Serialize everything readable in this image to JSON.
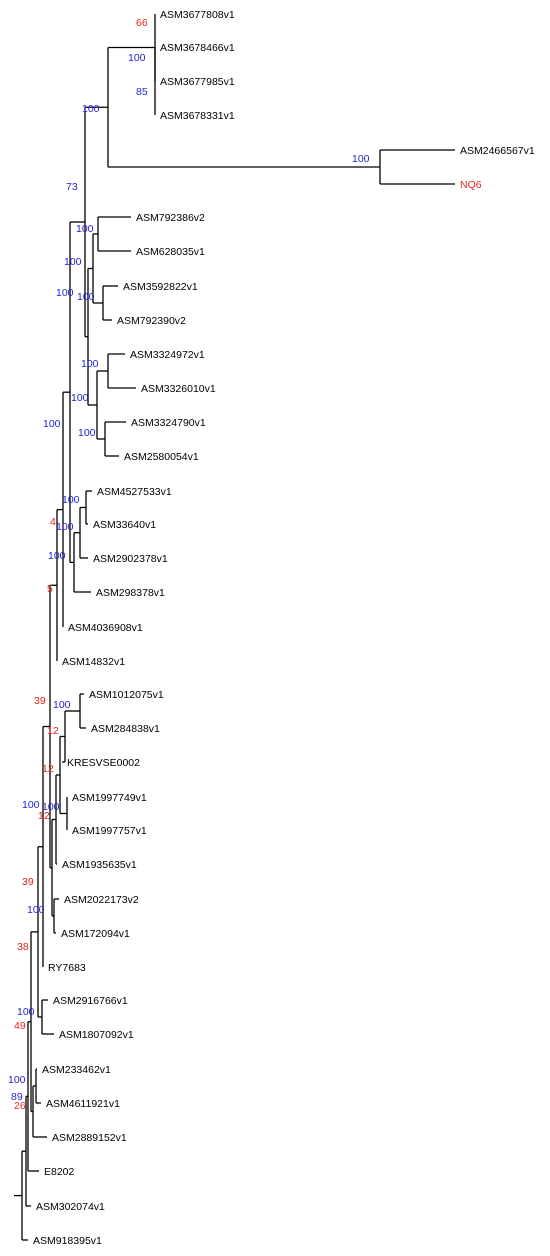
{
  "tree": {
    "colors": {
      "branch": "#000000",
      "leaf": "#000000",
      "highlight": "#e8231c",
      "support_high": "#2323d6",
      "support_low": "#e8231c"
    },
    "leaves": [
      {
        "id": "L1",
        "label": "ASM3677808v1"
      },
      {
        "id": "L2",
        "label": "ASM3678466v1"
      },
      {
        "id": "L3",
        "label": "ASM3677985v1"
      },
      {
        "id": "L4",
        "label": "ASM3678331v1"
      },
      {
        "id": "L5",
        "label": "ASM2466567v1"
      },
      {
        "id": "L6",
        "label": "NQ6",
        "highlight": true
      },
      {
        "id": "L7",
        "label": "ASM792386v2"
      },
      {
        "id": "L8",
        "label": "ASM628035v1"
      },
      {
        "id": "L9",
        "label": "ASM3592822v1"
      },
      {
        "id": "L10",
        "label": "ASM792390v2"
      },
      {
        "id": "L11",
        "label": "ASM3324972v1"
      },
      {
        "id": "L12",
        "label": "ASM3326010v1"
      },
      {
        "id": "L13",
        "label": "ASM3324790v1"
      },
      {
        "id": "L14",
        "label": "ASM2580054v1"
      },
      {
        "id": "L15",
        "label": "ASM4527533v1"
      },
      {
        "id": "L16",
        "label": "ASM33640v1"
      },
      {
        "id": "L17",
        "label": "ASM2902378v1"
      },
      {
        "id": "L18",
        "label": "ASM298378v1"
      },
      {
        "id": "L19",
        "label": "ASM4036908v1"
      },
      {
        "id": "L20",
        "label": "ASM14832v1"
      },
      {
        "id": "L21",
        "label": "ASM1012075v1"
      },
      {
        "id": "L22",
        "label": "ASM284838v1"
      },
      {
        "id": "L23",
        "label": "KRESVSE0002"
      },
      {
        "id": "L24",
        "label": "ASM1997749v1"
      },
      {
        "id": "L25",
        "label": "ASM1997757v1"
      },
      {
        "id": "L26",
        "label": "ASM1935635v1"
      },
      {
        "id": "L27",
        "label": "ASM2022173v2"
      },
      {
        "id": "L28",
        "label": "ASM172094v1"
      },
      {
        "id": "L29",
        "label": "RY7683"
      },
      {
        "id": "L30",
        "label": "ASM2916766v1"
      },
      {
        "id": "L31",
        "label": "ASM1807092v1"
      },
      {
        "id": "L32",
        "label": "ASM233462v1"
      },
      {
        "id": "L33",
        "label": "ASM4611921v1"
      },
      {
        "id": "L34",
        "label": "ASM2889152v1"
      },
      {
        "id": "L35",
        "label": "E8202"
      },
      {
        "id": "L36",
        "label": "ASM302074v1"
      },
      {
        "id": "L37",
        "label": "ASM918395v1"
      }
    ],
    "support_values": [
      {
        "value": "66",
        "level": "low"
      },
      {
        "value": "100",
        "level": "high"
      },
      {
        "value": "85",
        "level": "high"
      },
      {
        "value": "100",
        "level": "high"
      },
      {
        "value": "100",
        "level": "high"
      },
      {
        "value": "73",
        "level": "high"
      },
      {
        "value": "100",
        "level": "high"
      },
      {
        "value": "100",
        "level": "high"
      },
      {
        "value": "100",
        "level": "high"
      },
      {
        "value": "100",
        "level": "high"
      },
      {
        "value": "100",
        "level": "high"
      },
      {
        "value": "100",
        "level": "high"
      },
      {
        "value": "100",
        "level": "high"
      },
      {
        "value": "100",
        "level": "high"
      },
      {
        "value": "100",
        "level": "high"
      },
      {
        "value": "4",
        "level": "low"
      },
      {
        "value": "100",
        "level": "high"
      },
      {
        "value": "100",
        "level": "high"
      },
      {
        "value": "5",
        "level": "low"
      },
      {
        "value": "39",
        "level": "low"
      },
      {
        "value": "100",
        "level": "high"
      },
      {
        "value": "12",
        "level": "low"
      },
      {
        "value": "12",
        "level": "low"
      },
      {
        "value": "100",
        "level": "high"
      },
      {
        "value": "100",
        "level": "high"
      },
      {
        "value": "12",
        "level": "low"
      },
      {
        "value": "39",
        "level": "low"
      },
      {
        "value": "100",
        "level": "high"
      },
      {
        "value": "38",
        "level": "low"
      },
      {
        "value": "100",
        "level": "high"
      },
      {
        "value": "49",
        "level": "low"
      },
      {
        "value": "100",
        "level": "high"
      },
      {
        "value": "89",
        "level": "high"
      },
      {
        "value": "26",
        "level": "low"
      }
    ]
  }
}
